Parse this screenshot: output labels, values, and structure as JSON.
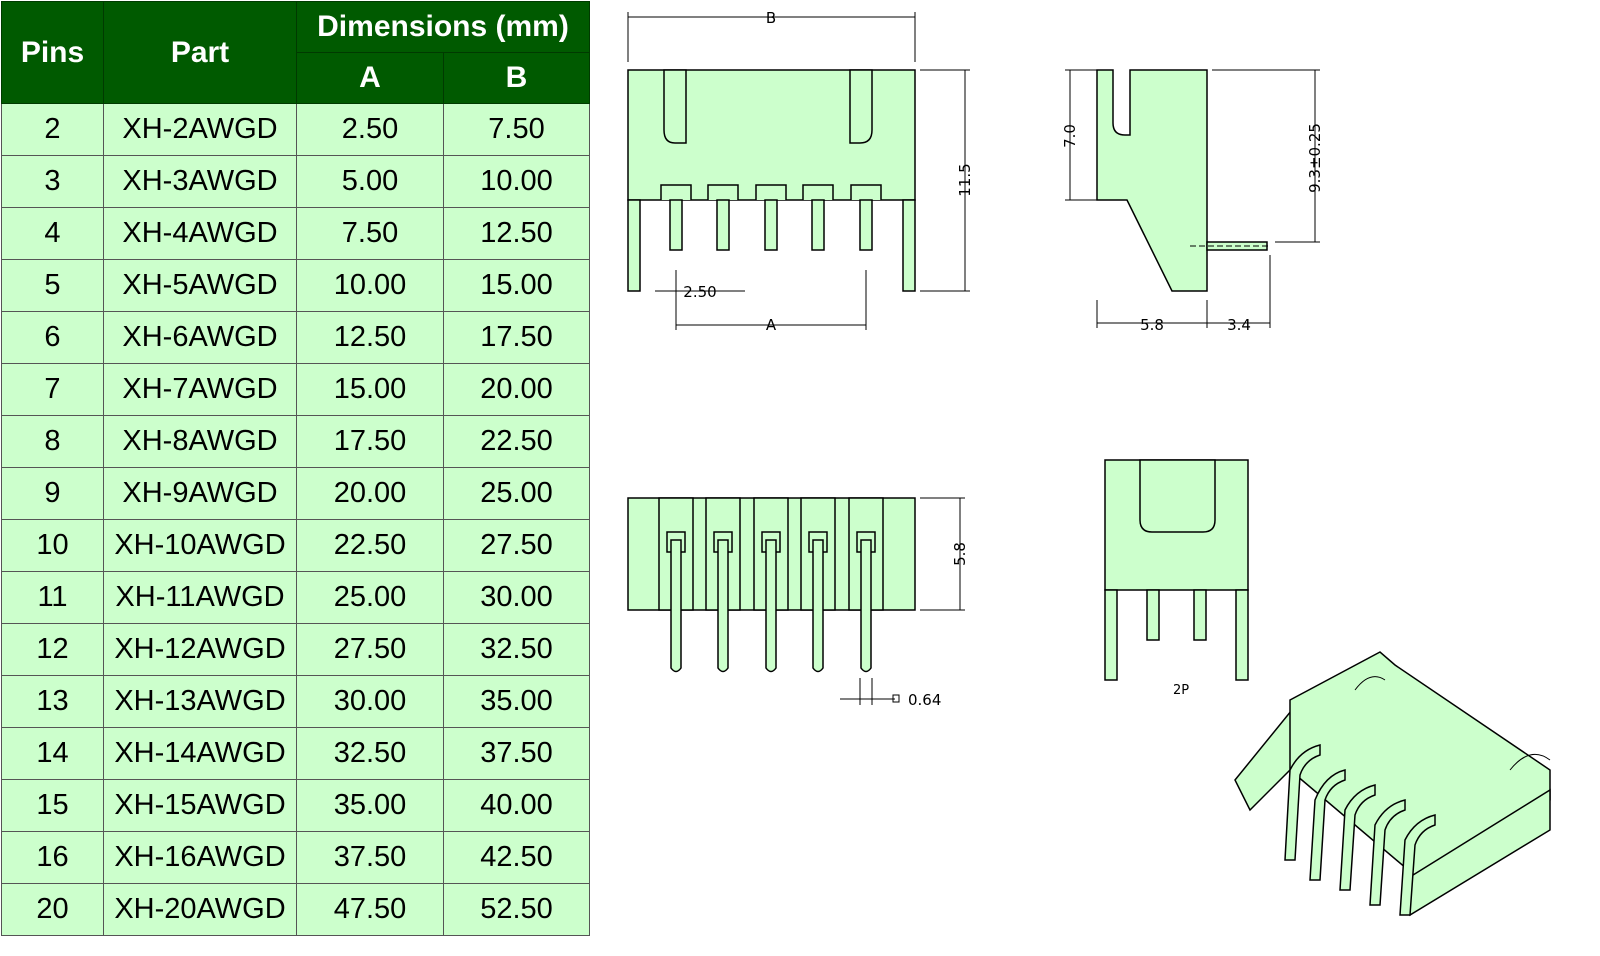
{
  "table": {
    "headers": {
      "pins": "Pins",
      "part": "Part",
      "dimensions": "Dimensions (mm)",
      "a": "A",
      "b": "B"
    },
    "rows": [
      {
        "pins": "2",
        "part": "XH-2AWGD",
        "a": "2.50",
        "b": "7.50"
      },
      {
        "pins": "3",
        "part": "XH-3AWGD",
        "a": "5.00",
        "b": "10.00"
      },
      {
        "pins": "4",
        "part": "XH-4AWGD",
        "a": "7.50",
        "b": "12.50"
      },
      {
        "pins": "5",
        "part": "XH-5AWGD",
        "a": "10.00",
        "b": "15.00"
      },
      {
        "pins": "6",
        "part": "XH-6AWGD",
        "a": "12.50",
        "b": "17.50"
      },
      {
        "pins": "7",
        "part": "XH-7AWGD",
        "a": "15.00",
        "b": "20.00"
      },
      {
        "pins": "8",
        "part": "XH-8AWGD",
        "a": "17.50",
        "b": "22.50"
      },
      {
        "pins": "9",
        "part": "XH-9AWGD",
        "a": "20.00",
        "b": "25.00"
      },
      {
        "pins": "10",
        "part": "XH-10AWGD",
        "a": "22.50",
        "b": "27.50"
      },
      {
        "pins": "11",
        "part": "XH-11AWGD",
        "a": "25.00",
        "b": "30.00"
      },
      {
        "pins": "12",
        "part": "XH-12AWGD",
        "a": "27.50",
        "b": "32.50"
      },
      {
        "pins": "13",
        "part": "XH-13AWGD",
        "a": "30.00",
        "b": "35.00"
      },
      {
        "pins": "14",
        "part": "XH-14AWGD",
        "a": "32.50",
        "b": "37.50"
      },
      {
        "pins": "15",
        "part": "XH-15AWGD",
        "a": "35.00",
        "b": "40.00"
      },
      {
        "pins": "16",
        "part": "XH-16AWGD",
        "a": "37.50",
        "b": "42.50"
      },
      {
        "pins": "20",
        "part": "XH-20AWGD",
        "a": "47.50",
        "b": "52.50"
      }
    ]
  },
  "drawings": {
    "front": {
      "dim_b": "B",
      "dim_a": "A",
      "pitch": "2.50",
      "height": "11.5"
    },
    "side": {
      "upper": "7.0",
      "pin_height": "9.3±0.25",
      "depth": "5.8",
      "pin_length": "3.4"
    },
    "bottom": {
      "height": "5.8",
      "pin_width": "0.64"
    },
    "end": {
      "label": "2P"
    }
  },
  "colors": {
    "header": "#005a00",
    "cell": "#ccffcc",
    "part": "#ccffcc"
  }
}
